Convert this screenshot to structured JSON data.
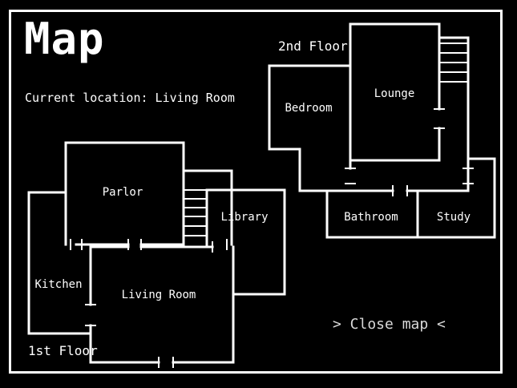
{
  "title": "Map",
  "current_location_text": "Current location: Living Room",
  "floors": {
    "second": "2nd Floor",
    "first": "1st Floor"
  },
  "rooms": {
    "parlor": "Parlor",
    "library": "Library",
    "kitchen": "Kitchen",
    "living_room": "Living Room",
    "bedroom": "Bedroom",
    "lounge": "Lounge",
    "bathroom": "Bathroom",
    "study": "Study"
  },
  "close_map": "> Close map <",
  "colors": {
    "background": "#000000",
    "lines": "#ffffff"
  }
}
